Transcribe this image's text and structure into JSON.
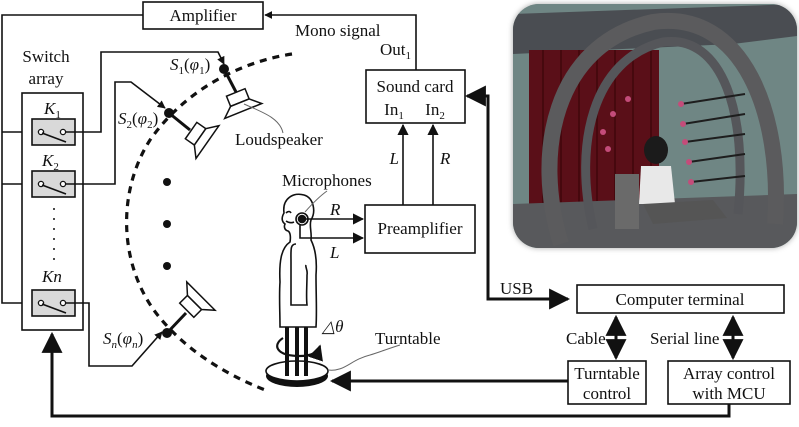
{
  "diagram": {
    "amplifier_label": "Amplifier",
    "mono_signal_label": "Mono signal",
    "out_label": "Out",
    "out_sub": "1",
    "sound_card": {
      "title": "Sound card",
      "in1": "In",
      "in1_sub": "1",
      "in2": "In",
      "in2_sub": "2"
    },
    "switch_array": {
      "title_line1": "Switch",
      "title_line2": "array",
      "switches": [
        {
          "label": "K",
          "sub": "1"
        },
        {
          "label": "K",
          "sub": "2"
        },
        {
          "label": "Kn",
          "sub": ""
        }
      ],
      "ellipsis": "·"
    },
    "speakers": [
      {
        "label": "S",
        "sub": "1",
        "phi": "φ",
        "phi_sub": "1"
      },
      {
        "label": "S",
        "sub": "2",
        "phi": "φ",
        "phi_sub": "2"
      },
      {
        "label": "S",
        "sub": "n",
        "phi": "φ",
        "phi_sub": "n"
      }
    ],
    "loudspeaker_label": "Loudspeaker",
    "microphones_label": "Microphones",
    "channel_R": "R",
    "channel_L": "L",
    "preamplifier_label": "Preamplifier",
    "delta_theta_label": "△θ",
    "turntable_label": "Turntable",
    "usb_label": "USB",
    "computer_terminal_label": "Computer terminal",
    "cable_label": "Cable",
    "serial_line_label": "Serial line",
    "turntable_control": {
      "line1": "Turntable",
      "line2": "control"
    },
    "array_control": {
      "line1": "Array control",
      "line2": "with MCU"
    }
  },
  "photo": {
    "description": "Photograph of loudspeaker arc array with a seated subject"
  },
  "colors": {
    "line": "#111111",
    "switch_fill": "#d9d9d9",
    "photo_wall": "#6f8684",
    "photo_curtain": "#5a0f18",
    "photo_foam": "#5b5b5d"
  }
}
